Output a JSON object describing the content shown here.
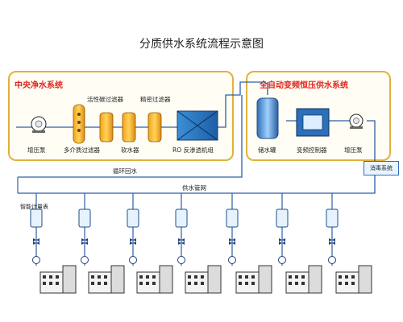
{
  "title": "分质供水系统流程示意图",
  "left_panel": {
    "title": "中央净水系统",
    "labels": {
      "pump": "增压泵",
      "multi_media": "多介质过滤器",
      "activated_carbon": "活性碳过滤器",
      "softener": "软水器",
      "precision": "精密过滤器",
      "ro": "RO 反渗透机组"
    }
  },
  "right_panel": {
    "title": "全自动变频恒压供水系统",
    "labels": {
      "storage": "储水罐",
      "vfd": "变频控制器",
      "pump": "增压泵"
    }
  },
  "labels": {
    "circulation": "循环回水",
    "uv": "消毒系统",
    "supply_network": "供水管网",
    "smart_meter": "智能计量表"
  },
  "colors": {
    "pipe": "#2d5fa8",
    "panel_border": "#e0b23c",
    "accent_red": "#e0261e"
  }
}
